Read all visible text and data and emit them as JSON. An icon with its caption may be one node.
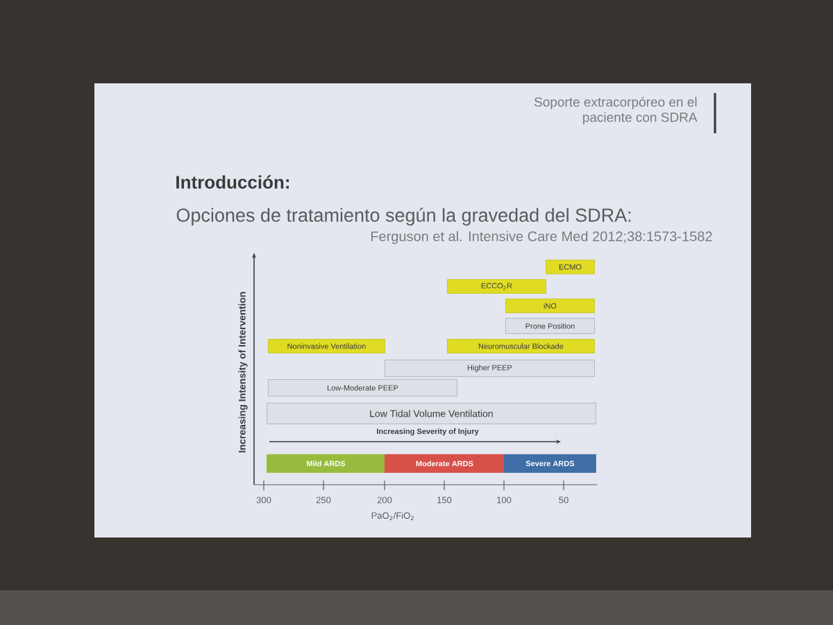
{
  "diagram": {
    "title": "Introducción:",
    "nodes": [
      {
        "text": [
          "ECMO"
        ]
      },
      {
        "text": [
          "ECCO$_{2}$R"
        ]
      },
      {
        "text": [
          "iNO"
        ]
      },
      {
        "text": [
          "Prone Position"
        ]
      },
      {
        "text": [
          "Noninvasive Ventilation"
        ]
      },
      {
        "text": [
          "Neuromuscular Blockade"
        ]
      },
      {
        "text": [
          "Higher PEEP"
        ]
      },
      {
        "text": [
          "Low-Moderate PEEP"
        ]
      },
      {
        "text": [
          "Low Tidal Volume Ventilation"
        ]
      },
      {
        "text": [
          "Mild ARDS"
        ]
      },
      {
        "text": [
          "Moderate ARDS"
        ]
      },
      {
        "text": [
          "Severe ARDS"
        ]
      }
    ],
    "labels": [
      "Soporte extracorpóreo en el paciente con SDRA",
      "Opciones de tratamiento según la gravedad del SDRA:",
      "Ferguson et al. Intensive Care Med 2012;38:1573-1582",
      "Increasing Intensity of Intervention",
      "Increasing Severity of Injury",
      "300",
      "250",
      "200",
      "150",
      "100",
      "50",
      "PaO$_{2}$/FiO$_{2}$"
    ]
  }
}
